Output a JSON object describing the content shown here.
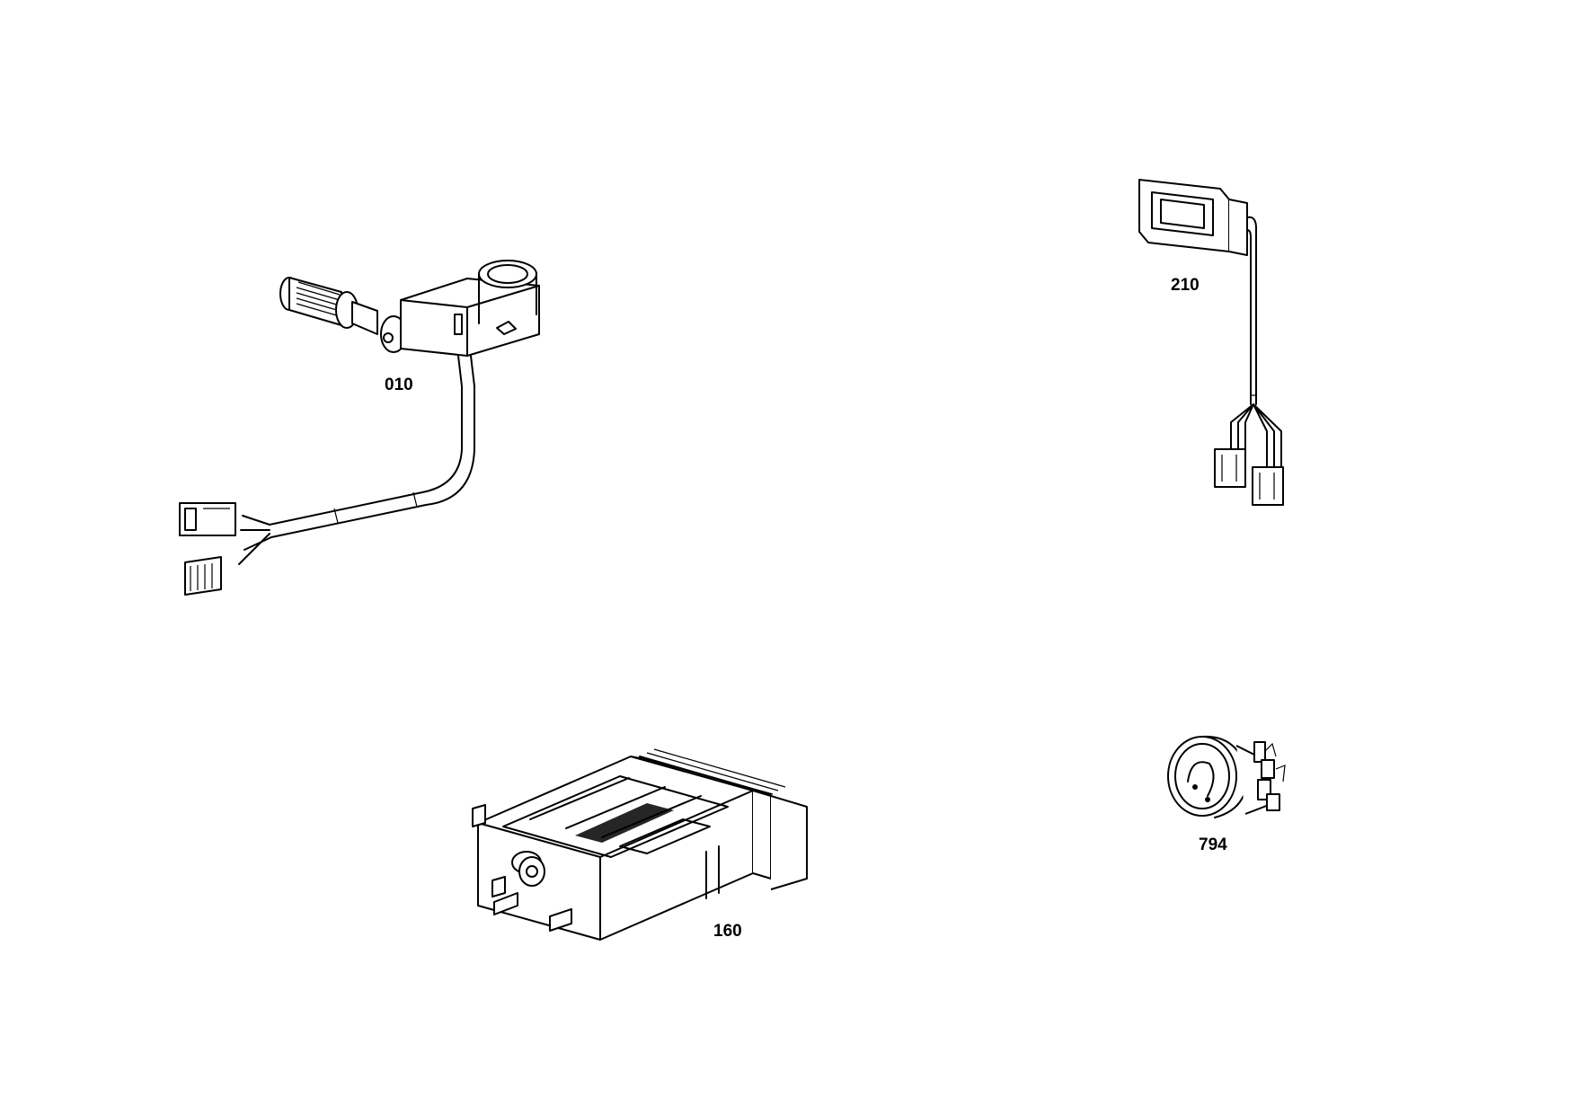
{
  "parts": [
    {
      "id": "010",
      "label": "010",
      "icon": "lever-switch-icon"
    },
    {
      "id": "210",
      "label": "210",
      "icon": "display-module-icon"
    },
    {
      "id": "160",
      "label": "160",
      "icon": "control-unit-icon"
    },
    {
      "id": "794",
      "label": "794",
      "icon": "gauge-icon"
    }
  ]
}
